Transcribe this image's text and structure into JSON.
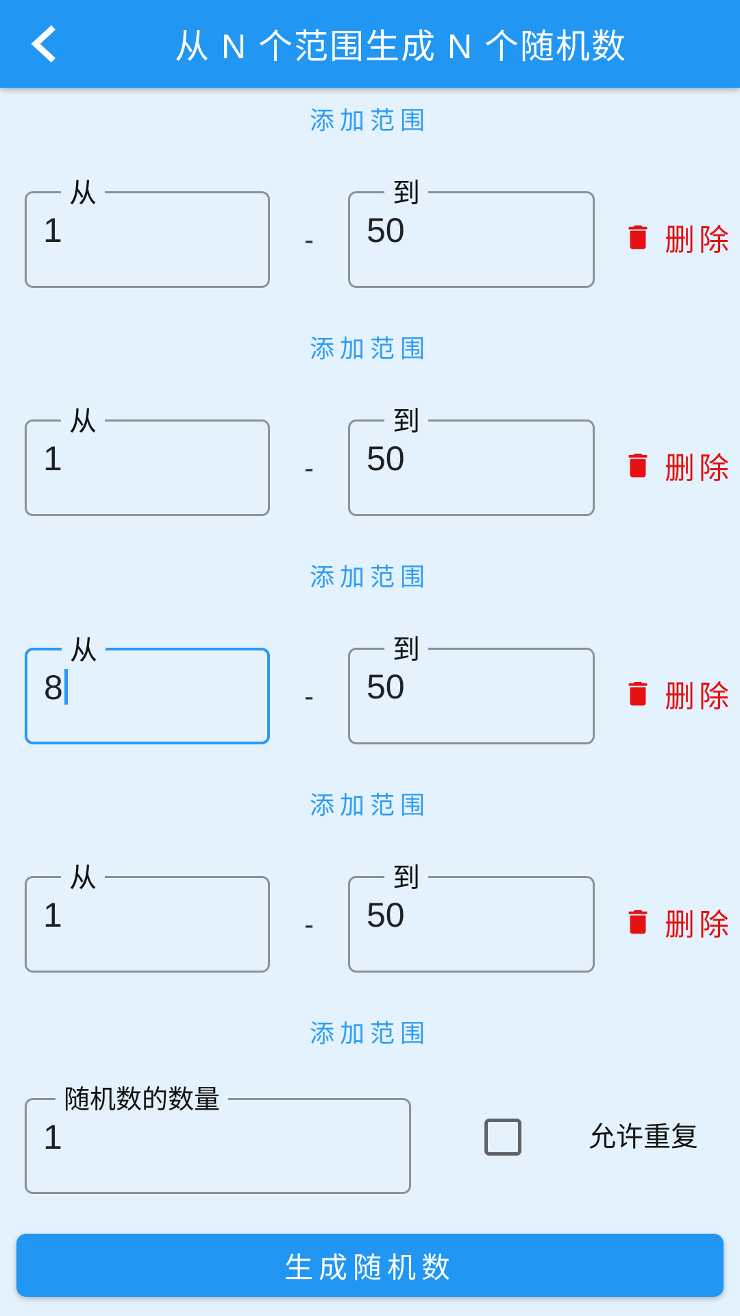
{
  "header": {
    "title": "从 N 个范围生成 N 个随机数",
    "back_icon": "chevron-left"
  },
  "add_range_label": "添加范围",
  "range_separator": "-",
  "delete_label": "删除",
  "rows": [
    {
      "from_label": "从",
      "from_value": "1",
      "to_label": "到",
      "to_value": "50",
      "focused": false
    },
    {
      "from_label": "从",
      "from_value": "1",
      "to_label": "到",
      "to_value": "50",
      "focused": false
    },
    {
      "from_label": "从",
      "from_value": "8",
      "to_label": "到",
      "to_value": "50",
      "focused": true
    },
    {
      "from_label": "从",
      "from_value": "1",
      "to_label": "到",
      "to_value": "50",
      "focused": false
    }
  ],
  "count_field": {
    "label": "随机数的数量",
    "value": "1"
  },
  "allow_duplicates": {
    "label": "允许重复",
    "checked": false
  },
  "generate_button_label": "生成随机数",
  "colors": {
    "header_bg": "#2196F3",
    "background": "#E3F2FD",
    "link_blue": "#2F9CF3",
    "input_border": "#8C9296",
    "focused_border": "#2B99F3",
    "delete_red": "#E51112",
    "checkbox_border": "#5F6368",
    "button_bg": "#2196F3"
  }
}
